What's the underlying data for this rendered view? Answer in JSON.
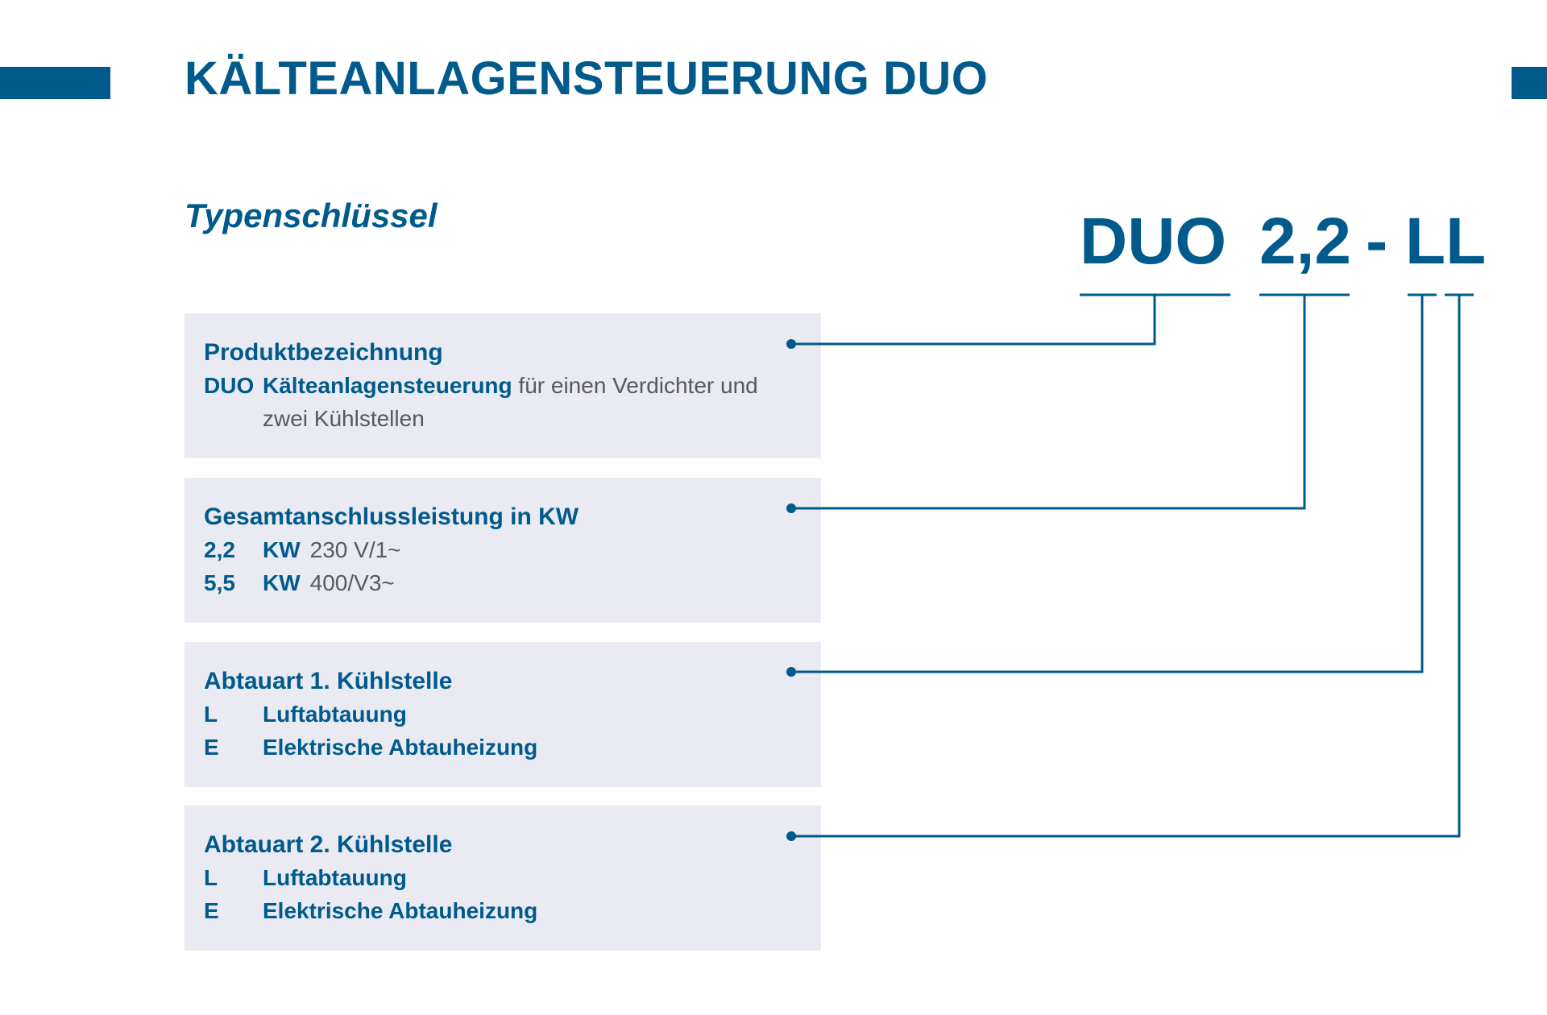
{
  "header": {
    "title": "KÄLTEANLAGENSTEUERUNG DUO",
    "subtitle": "Typenschlüssel"
  },
  "type_code": {
    "parts": [
      "DUO",
      "2,2",
      "-",
      "LL"
    ]
  },
  "boxes": [
    {
      "title": "Produktbezeichnung",
      "key": "DUO",
      "term": "Kälteanlagensteuerung",
      "line1_rest": " für einen Verdichter und",
      "line2": "zwei Kühlstellen"
    },
    {
      "title": "Gesamtanschlussleistung in KW",
      "rows": [
        {
          "key": "2,2",
          "unit": "KW",
          "spec": "230 V/1~"
        },
        {
          "key": "5,5",
          "unit": "KW",
          "spec": "400/V3~"
        }
      ]
    },
    {
      "title": "Abtauart 1. Kühlstelle",
      "rows": [
        {
          "key": "L",
          "label": "Luftabtauung"
        },
        {
          "key": "E",
          "label": "Elektrische Abtauheizung"
        }
      ]
    },
    {
      "title": "Abtauart 2. Kühlstelle",
      "rows": [
        {
          "key": "L",
          "label": "Luftabtauung"
        },
        {
          "key": "E",
          "label": "Elektrische Abtauheizung"
        }
      ]
    }
  ],
  "colors": {
    "brand_blue": "#005a8c",
    "box_background": "#e9eaf2",
    "body_grey": "#58595b"
  }
}
